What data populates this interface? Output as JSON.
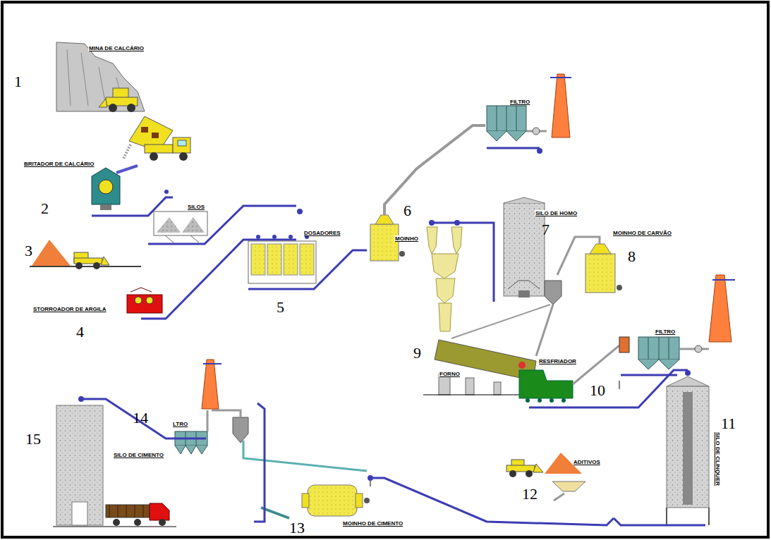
{
  "diagram": {
    "labels": [
      "MINA DE CALCÁRIO",
      "1",
      "BRITADOR DE CALCÁRIO",
      "2",
      "SILOS",
      "3",
      "STORROADOR DE ARGILA",
      "4",
      "DOSADORES",
      "5",
      "6",
      "MOINHO",
      "FILTRO",
      "SILO DE HOMO",
      "7",
      "MOINHO DE CARVÃO",
      "8",
      "9",
      "FORNO",
      "RESFRIADOR",
      "FILTRO",
      "10",
      "11",
      "SILO DE CLINQUER",
      "ADITIVOS",
      "12",
      "MOINHO DE CIMENTO",
      "13",
      "14",
      "LTRO",
      "15",
      "SILO DE CIMENTO"
    ]
  }
}
